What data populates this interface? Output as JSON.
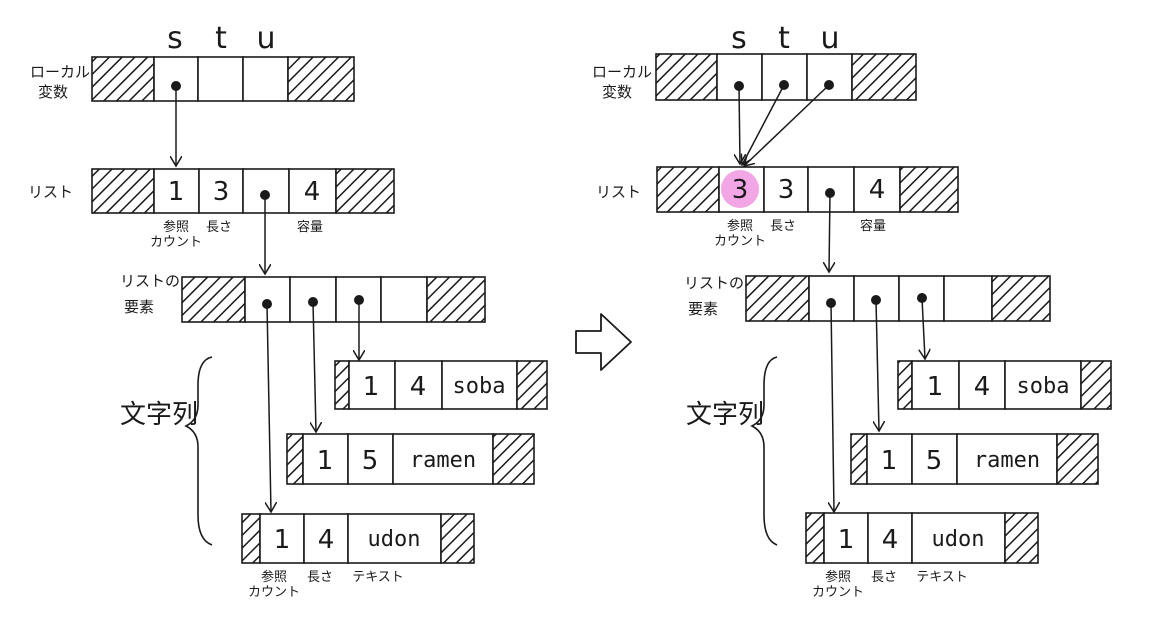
{
  "colors": {
    "ink": "#1a1a1a",
    "highlight": "#f2a6e6",
    "paper": "#ffffff"
  },
  "panels": [
    {
      "vars": [
        "s",
        "t",
        "u"
      ],
      "labels": {
        "locals": [
          "ローカル",
          "変数"
        ],
        "list": "リスト",
        "elements": [
          "リストの",
          "要素"
        ],
        "strings": "文字列",
        "refcount": [
          "参照",
          "カウント"
        ],
        "length": "長さ",
        "capacity": "容量",
        "strlen": "長さ",
        "text": "テキスト"
      },
      "list": {
        "refcount": "1",
        "length": "3",
        "capacity": "4"
      },
      "strings": [
        {
          "refcount": "1",
          "length": "4",
          "text": "soba"
        },
        {
          "refcount": "1",
          "length": "5",
          "text": "ramen"
        },
        {
          "refcount": "1",
          "length": "4",
          "text": "udon"
        }
      ]
    },
    {
      "vars": [
        "s",
        "t",
        "u"
      ],
      "labels": {
        "locals": [
          "ローカル",
          "変数"
        ],
        "list": "リスト",
        "elements": [
          "リストの",
          "要素"
        ],
        "strings": "文字列",
        "refcount": [
          "参照",
          "カウント"
        ],
        "length": "長さ",
        "capacity": "容量",
        "strlen": "長さ",
        "text": "テキスト"
      },
      "list": {
        "refcount": "3",
        "length": "3",
        "capacity": "4"
      },
      "strings": [
        {
          "refcount": "1",
          "length": "4",
          "text": "soba"
        },
        {
          "refcount": "1",
          "length": "5",
          "text": "ramen"
        },
        {
          "refcount": "1",
          "length": "4",
          "text": "udon"
        }
      ]
    }
  ],
  "arrow_icon": "hollow-right-arrow-icon"
}
